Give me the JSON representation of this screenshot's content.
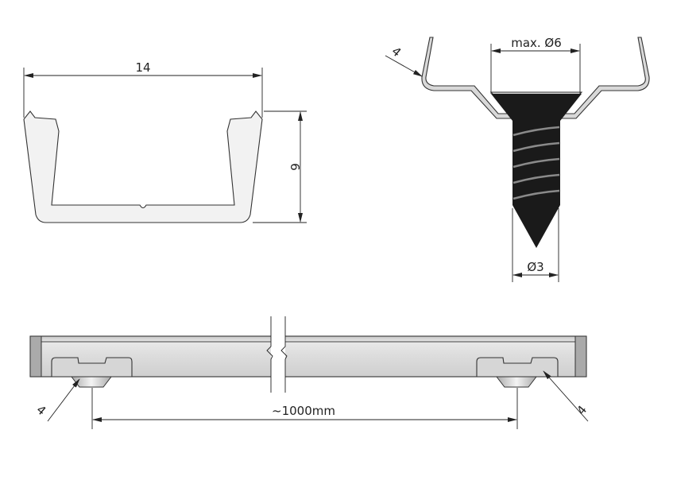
{
  "profile_section": {
    "width_label": "14",
    "height_label": "6"
  },
  "mounting_detail": {
    "head_label": "max. Ø6",
    "shank_label": "Ø3",
    "callout_label": "4"
  },
  "side_view": {
    "length_label": "~1000mm",
    "left_callout_label": "4",
    "right_callout_label": "4"
  },
  "colors": {
    "line": "#222222",
    "profile_fill": "#f2f2f2",
    "screw": "#1a1a1a",
    "bar": "#d9d9d9"
  }
}
